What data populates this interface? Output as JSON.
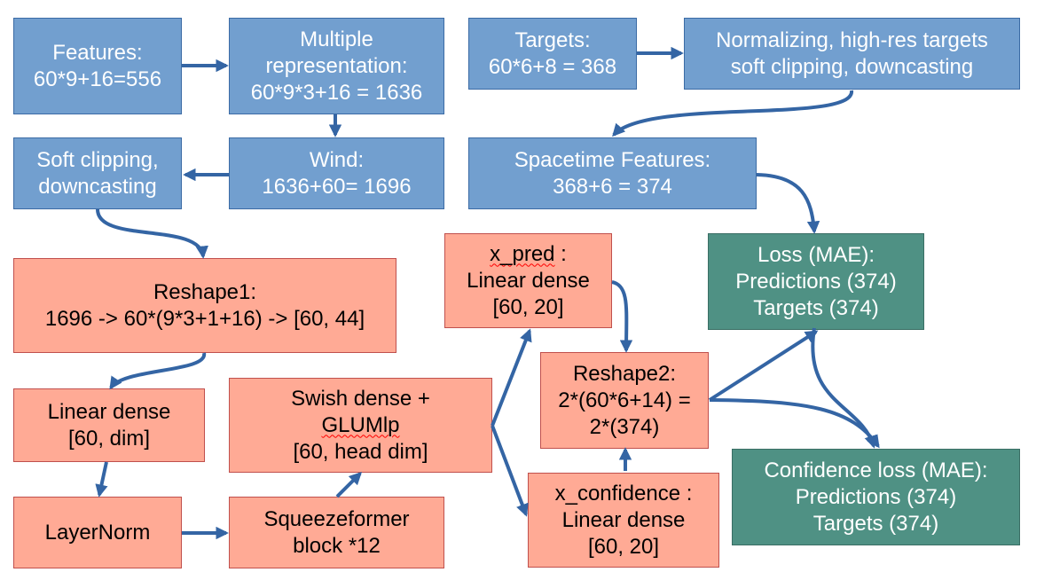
{
  "boxes": {
    "features": {
      "lines": [
        "Features:",
        "60*9+16=556"
      ]
    },
    "multiple_representation": {
      "lines": [
        "Multiple",
        "representation:",
        "60*9*3+16 = 1636"
      ]
    },
    "targets": {
      "lines": [
        "Targets:",
        "60*6+8 = 368"
      ]
    },
    "normalizing": {
      "lines": [
        "Normalizing, high-res targets",
        "soft clipping, downcasting"
      ]
    },
    "soft_clipping": {
      "lines": [
        "Soft clipping,",
        "downcasting"
      ]
    },
    "wind": {
      "lines": [
        "Wind:",
        "1636+60= 1696"
      ]
    },
    "spacetime_features": {
      "lines": [
        "Spacetime Features:",
        "368+6 = 374"
      ]
    },
    "reshape1": {
      "lines": [
        "Reshape1:",
        "1696 -> 60*(9*3+1+16) -> [60, 44]"
      ]
    },
    "x_pred": {
      "title_word": "x_pred",
      "title_suffix": " :",
      "lines": [
        "Linear dense",
        "[60, 20]"
      ]
    },
    "loss": {
      "lines": [
        "Loss (MAE):",
        "Predictions (374)",
        "Targets (374)"
      ]
    },
    "linear_dense": {
      "lines": [
        "Linear dense",
        "[60, dim]"
      ]
    },
    "swish_dense": {
      "line1": "Swish dense +",
      "word": "GLUMlp",
      "line3": "[60, head dim]"
    },
    "reshape2": {
      "lines": [
        "Reshape2:",
        "2*(60*6+14) =",
        "2*(374)"
      ]
    },
    "confidence_loss": {
      "lines": [
        "Confidence loss (MAE):",
        "Predictions (374)",
        "Targets (374)"
      ]
    },
    "layernorm": {
      "lines": [
        "LayerNorm"
      ]
    },
    "squeezeformer": {
      "lines": [
        "Squeezeformer",
        "block *12"
      ]
    },
    "x_confidence": {
      "lines": [
        "x_confidence :",
        "Linear dense",
        "[60, 20]"
      ]
    }
  },
  "colors": {
    "input_box": "#729fcf",
    "model_box": "#ffaa95",
    "loss_box": "#4f9184",
    "arrow": "#3465a4"
  }
}
